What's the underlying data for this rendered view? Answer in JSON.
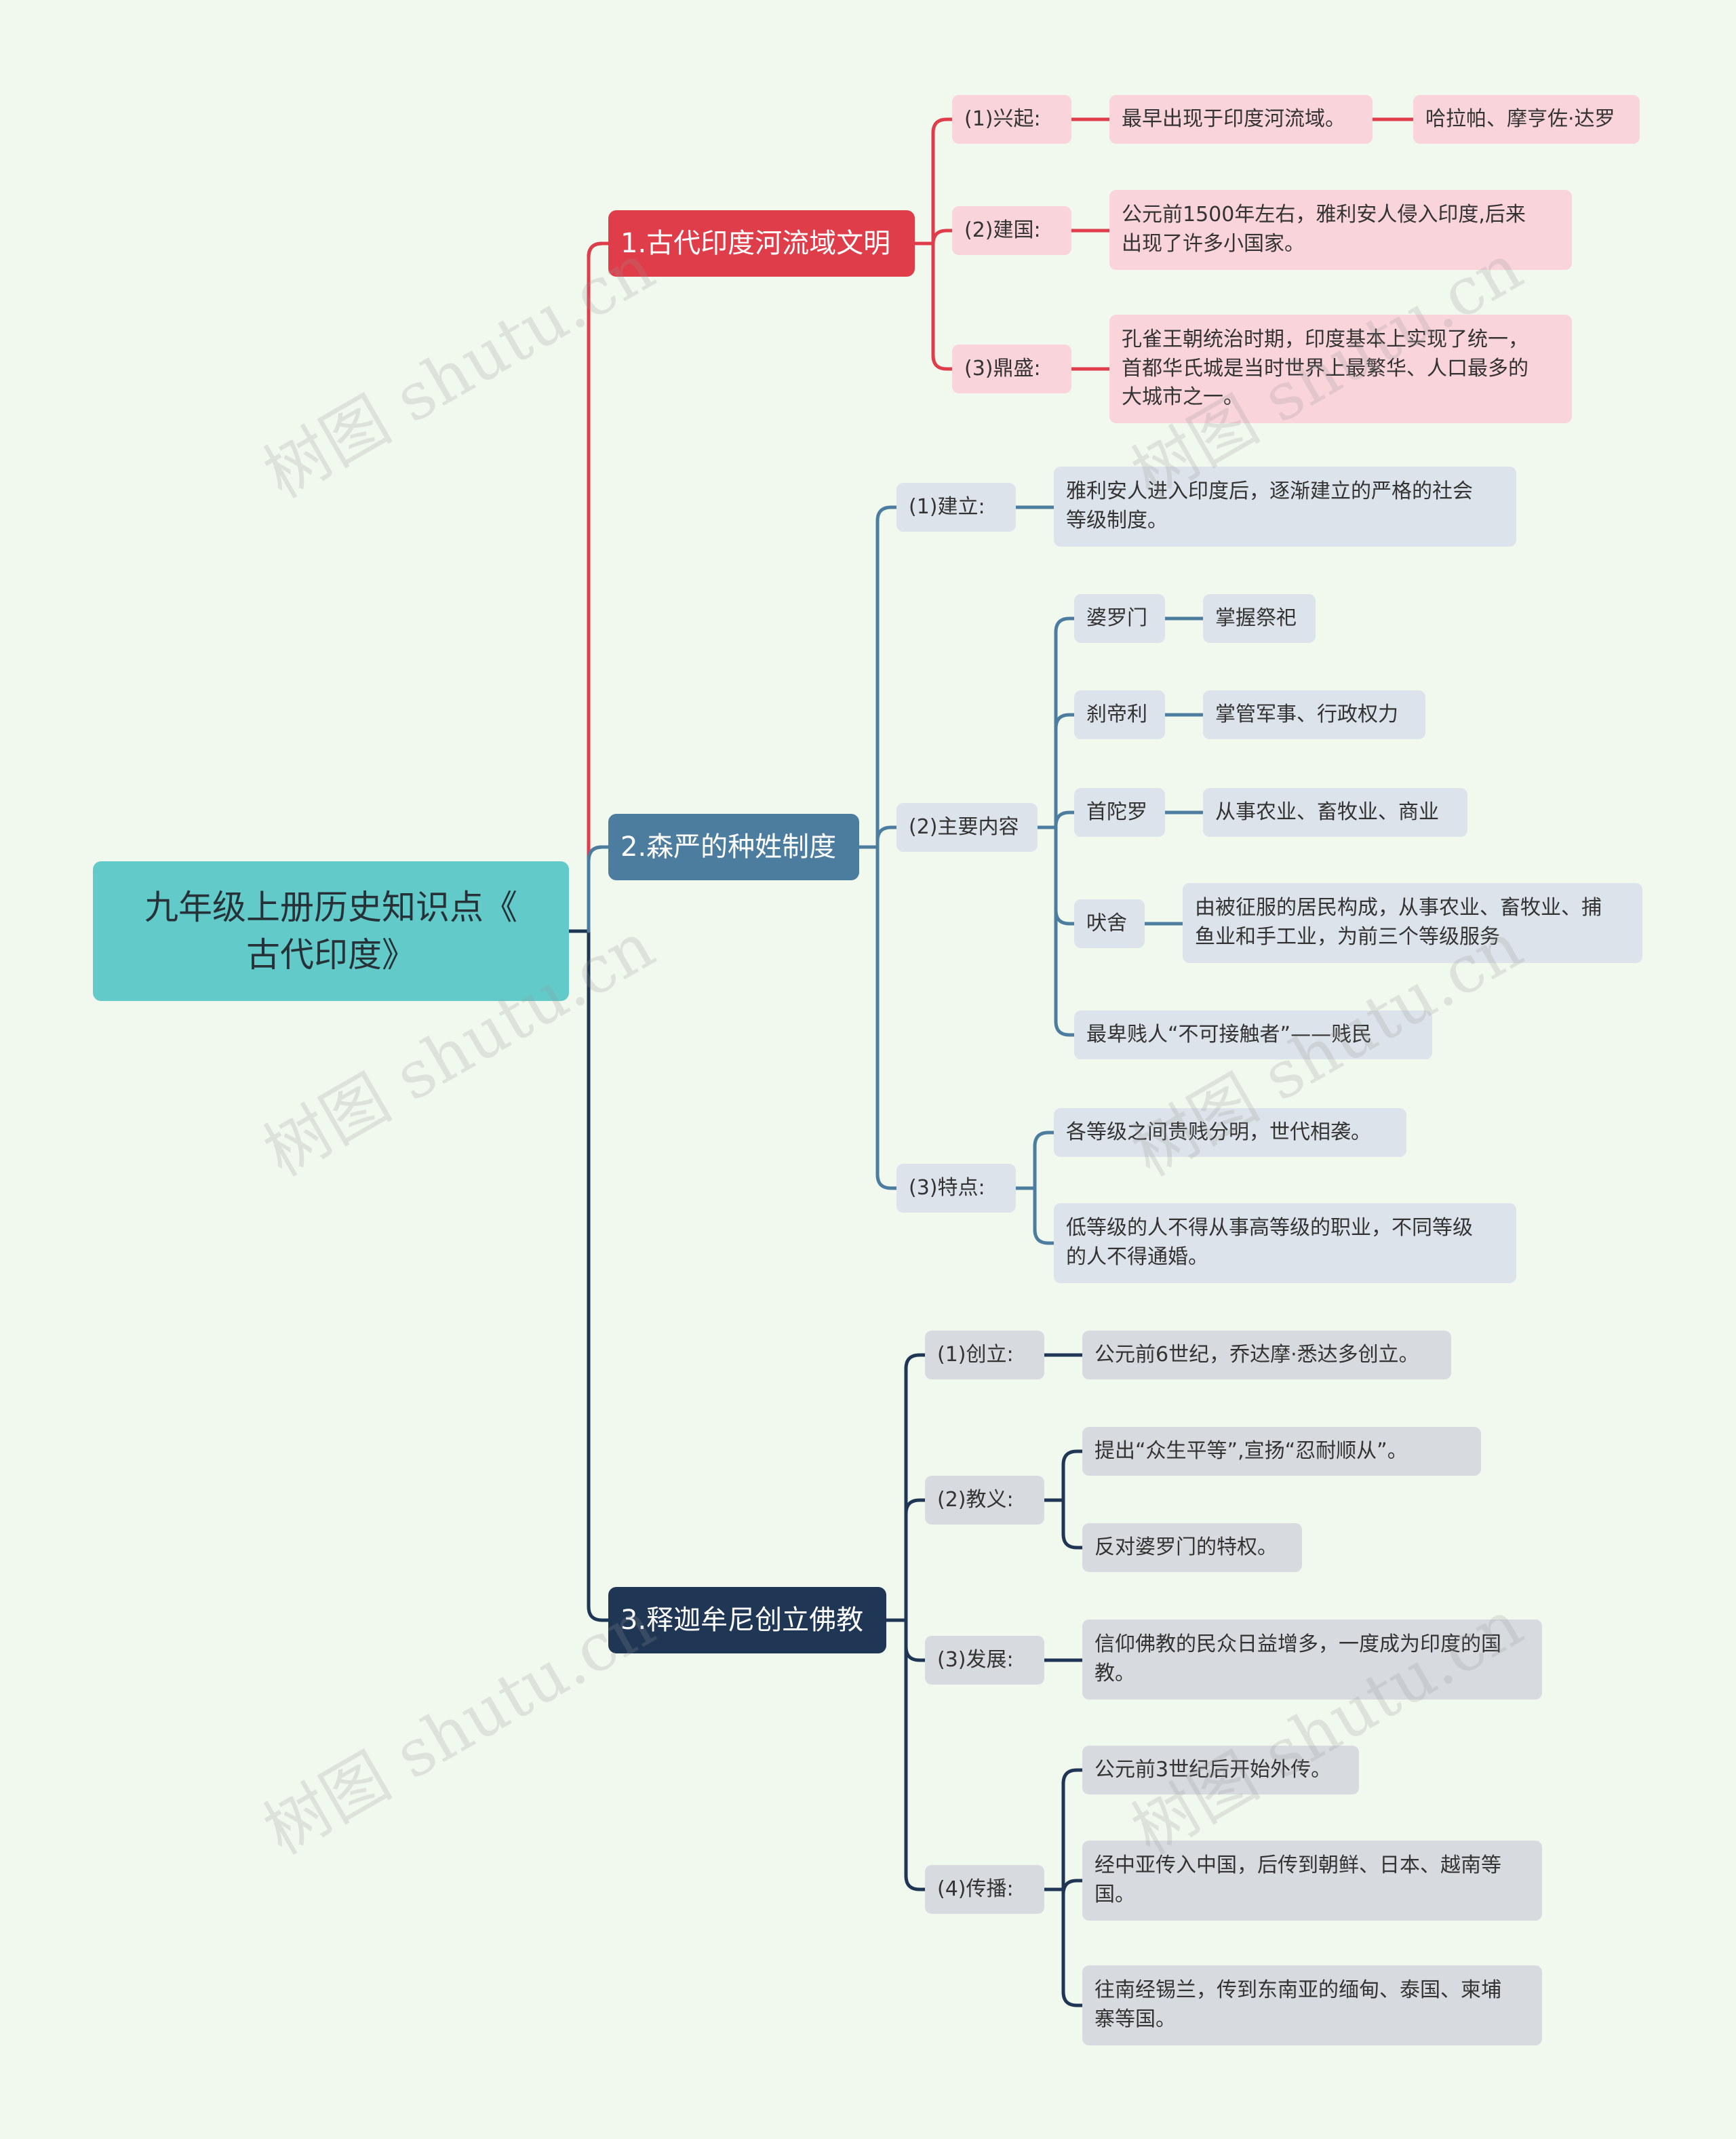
{
  "root": {
    "title": "九年级上册历史知识点《\n古代印度》"
  },
  "branch1": {
    "title": "1.古代印度河流域文明",
    "rise_label": "(1)兴起:",
    "rise_text": "最早出现于印度河流域。",
    "rise_sites": "哈拉帕、摩亨佐·达罗",
    "found_label": "(2)建国:",
    "found_text": "公元前1500年左右，雅利安人侵入印度,后来\n出现了许多小国家。",
    "peak_label": "(3)鼎盛:",
    "peak_text": "孔雀王朝统治时期，印度基本上实现了统一，\n首都华氏城是当时世界上最繁华、人口最多的\n大城市之一。"
  },
  "branch2": {
    "title": "2.森严的种姓制度",
    "est_label": "(1)建立:",
    "est_text": "雅利安人进入印度后，逐渐建立的严格的社会\n等级制度。",
    "content_label": "(2)主要内容",
    "castes": [
      {
        "name": "婆罗门",
        "desc": "掌握祭祀"
      },
      {
        "name": "刹帝利",
        "desc": "掌管军事、行政权力"
      },
      {
        "name": "首陀罗",
        "desc": "从事农业、畜牧业、商业"
      },
      {
        "name": "吠舍",
        "desc": "由被征服的居民构成，从事农业、畜牧业、捕\n鱼业和手工业，为前三个等级服务"
      }
    ],
    "untouchable": "最卑贱人“不可接触者”——贱民",
    "feature_label": "(3)特点:",
    "features": [
      "各等级之间贵贱分明，世代相袭。",
      "低等级的人不得从事高等级的职业，不同等级\n的人不得通婚。"
    ]
  },
  "branch3": {
    "title": "3.释迦牟尼创立佛教",
    "create_label": "(1)创立:",
    "create_text": "公元前6世纪，乔达摩·悉达多创立。",
    "doctrine_label": "(2)教义:",
    "doctrines": [
      "提出“众生平等”,宣扬“忍耐顺从”。",
      "反对婆罗门的特权。"
    ],
    "develop_label": "(3)发展:",
    "develop_text": "信仰佛教的民众日益增多，一度成为印度的国\n教。",
    "spread_label": "(4)传播:",
    "spreads": [
      "公元前3世纪后开始外传。",
      "经中亚传入中国，后传到朝鲜、日本、越南等\n国。",
      "往南经锡兰，传到东南亚的缅甸、泰国、柬埔\n寨等国。"
    ]
  },
  "watermark": "树图 shutu.cn",
  "colors": {
    "background": "#f1f9ef",
    "root": "#62cbca",
    "branch1": "#e03d4a",
    "branch2": "#4c7d9e",
    "branch3": "#1f3654",
    "pink_leaf": "#f9d4da",
    "grey_leaf": "#dde3ea"
  }
}
